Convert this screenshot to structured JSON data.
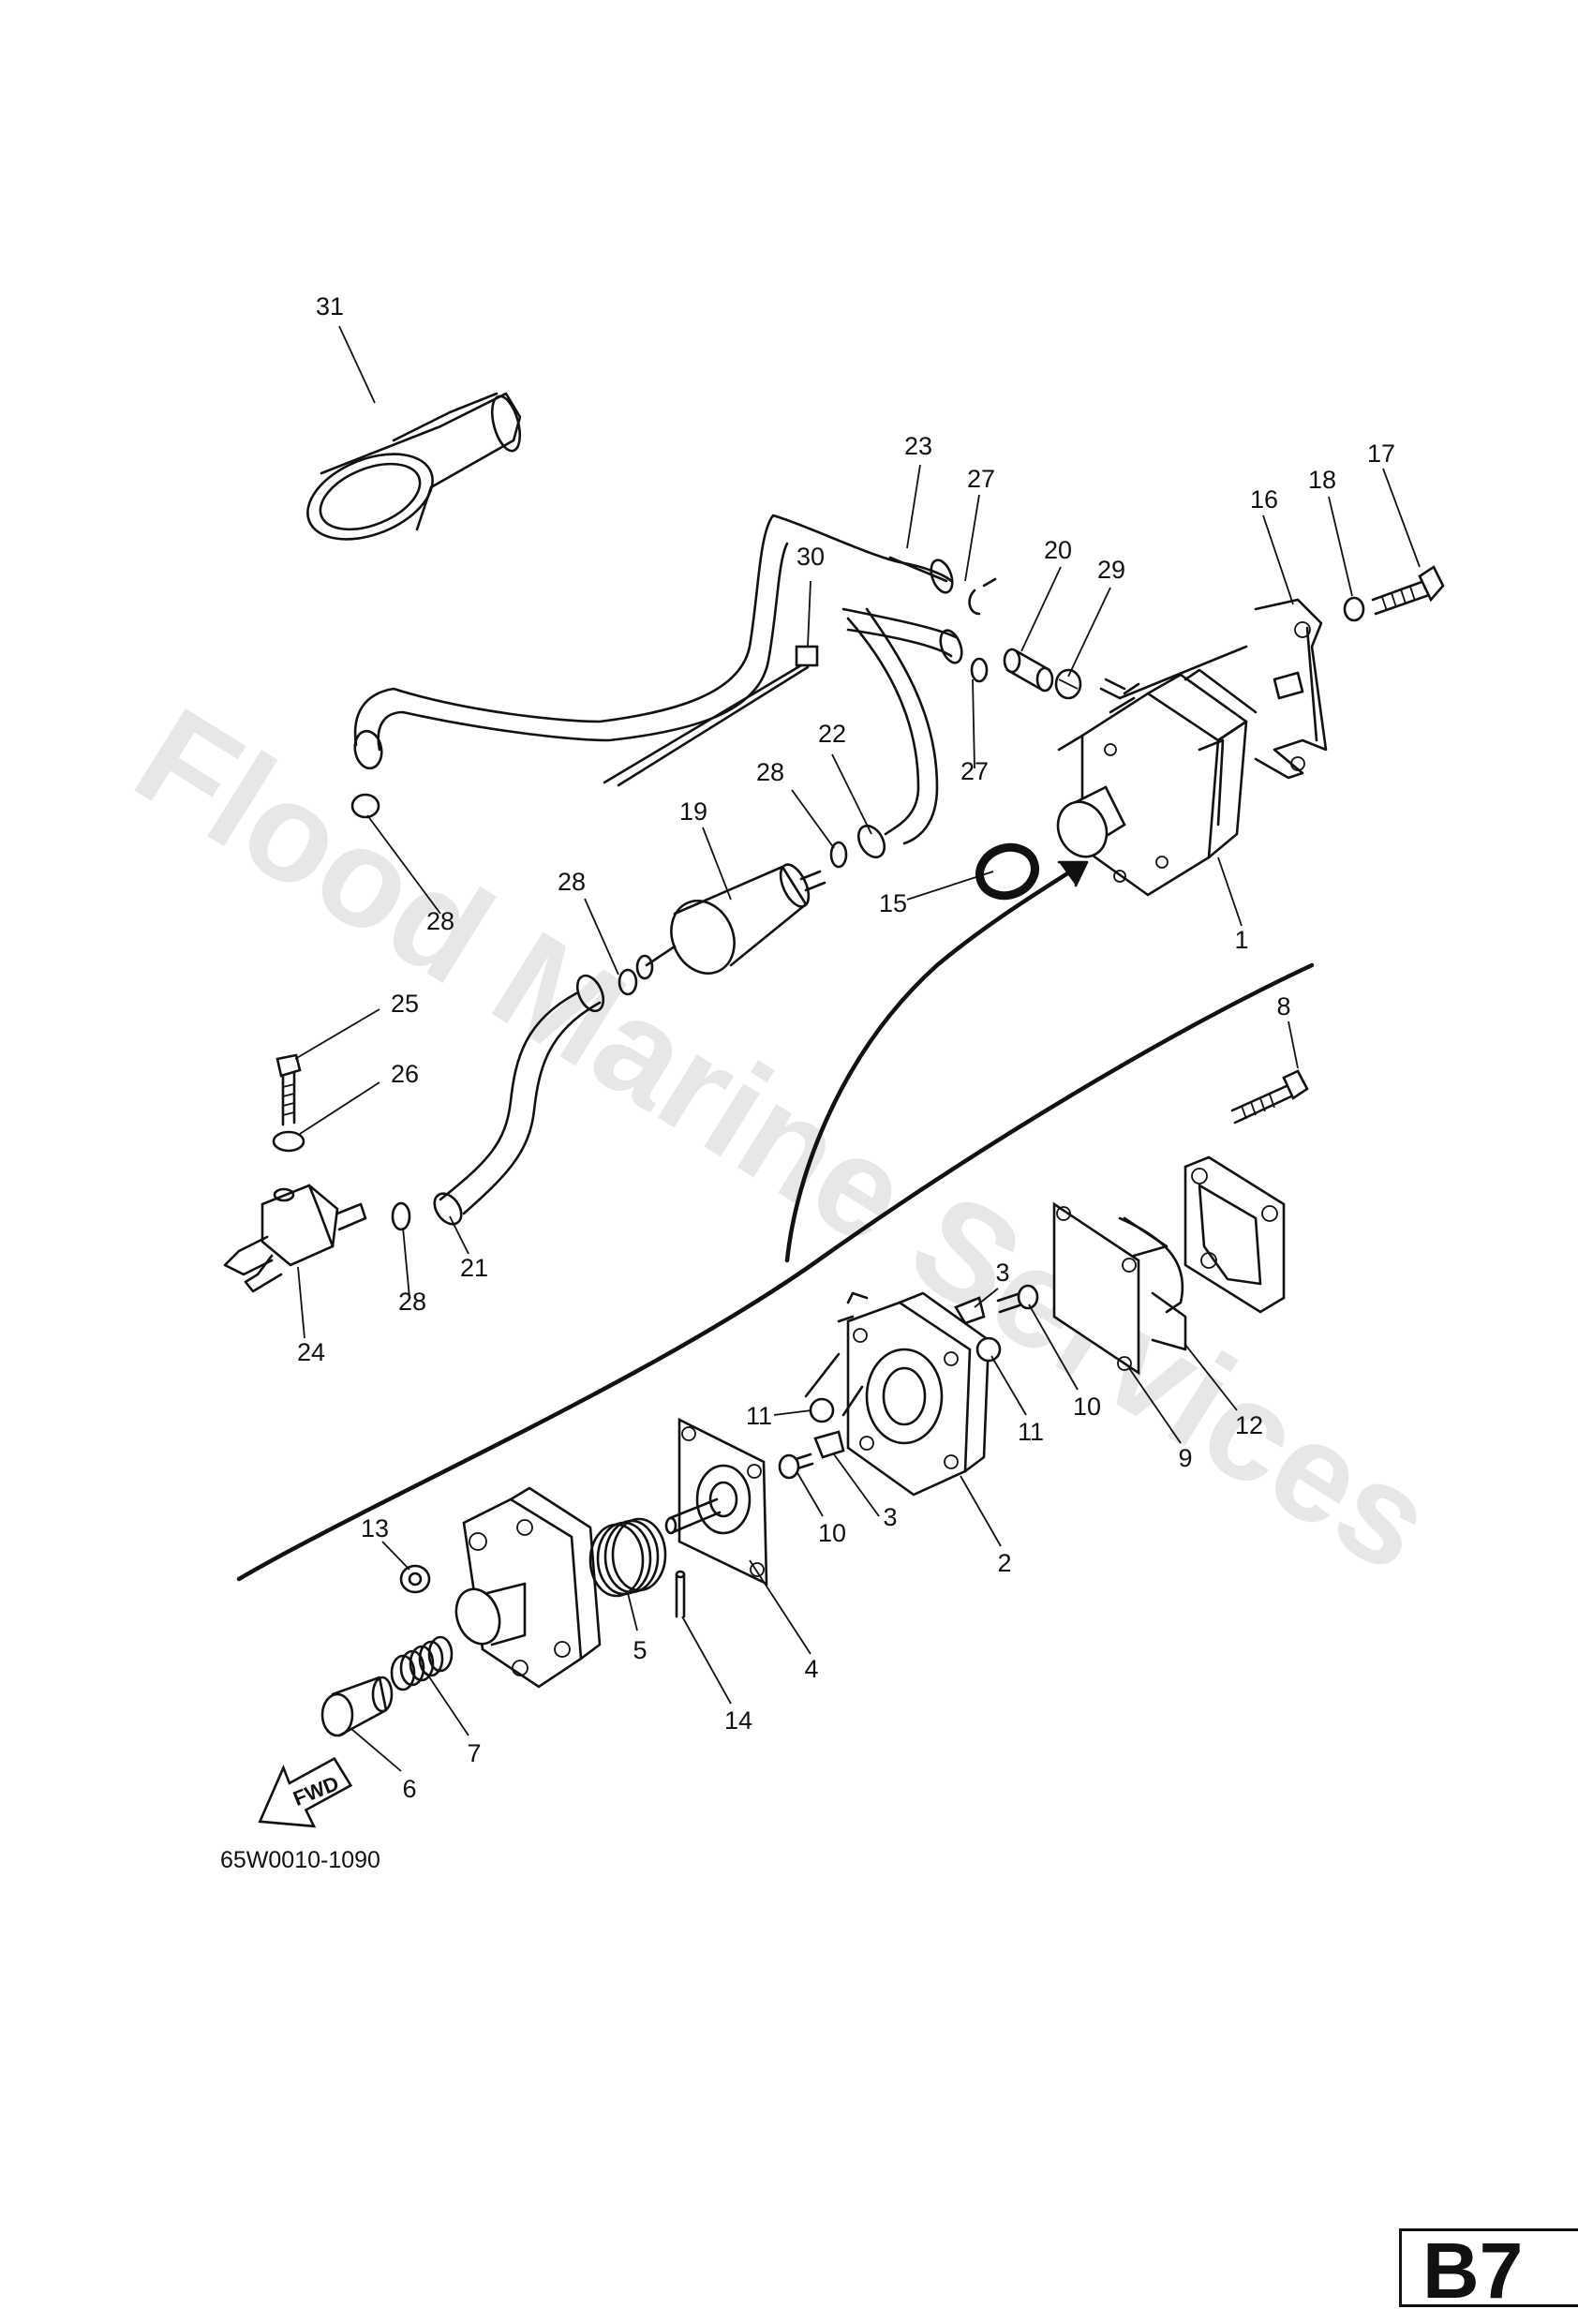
{
  "watermark": "Flood Marine Services",
  "diagram_code": "65W0010-1090",
  "fwd_label": "FWD",
  "page_tag": "B7",
  "callouts": [
    "31",
    "23",
    "27",
    "20",
    "29",
    "16",
    "18",
    "17",
    "30",
    "22",
    "28",
    "19",
    "28",
    "15",
    "1",
    "28",
    "25",
    "26",
    "21",
    "24",
    "28",
    "8",
    "3",
    "11",
    "10",
    "11",
    "10",
    "9",
    "12",
    "3",
    "2",
    "13",
    "5",
    "4",
    "14",
    "7",
    "6",
    "27"
  ]
}
